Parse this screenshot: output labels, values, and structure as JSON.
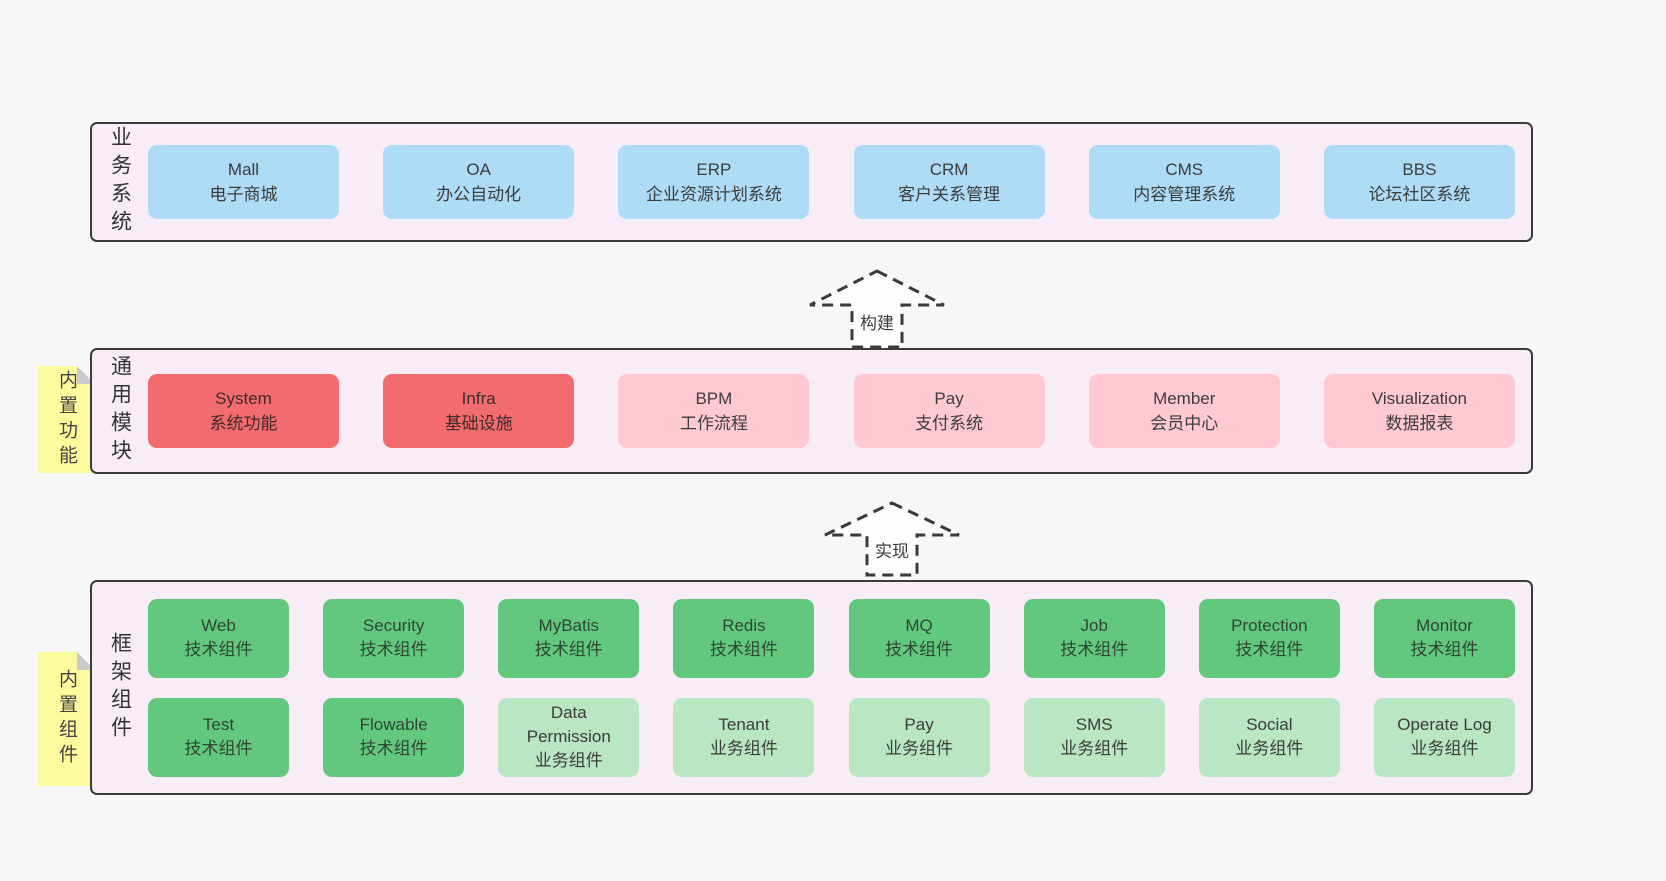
{
  "colors": {
    "background": "#f7f7f7",
    "panel_bg": "#f8edf6",
    "panel_border": "#3b3b3b",
    "blue_box": "#aedcf7",
    "red_box": "#f26b6e",
    "pink_box": "#ffc9d4",
    "green_box": "#62c87e",
    "light_green_box": "#b9e6c3",
    "sticky_yellow": "#fbfb9e",
    "sticky_fold_gray": "#c9c9cb"
  },
  "layers": {
    "business": {
      "label": "业务系统",
      "boxes": [
        {
          "title": "Mall",
          "subtitle": "电子商城"
        },
        {
          "title": "OA",
          "subtitle": "办公自动化"
        },
        {
          "title": "ERP",
          "subtitle": "企业资源计划系统"
        },
        {
          "title": "CRM",
          "subtitle": "客户关系管理"
        },
        {
          "title": "CMS",
          "subtitle": "内容管理系统"
        },
        {
          "title": "BBS",
          "subtitle": "论坛社区系统"
        }
      ]
    },
    "modules": {
      "label": "通用模块",
      "sticky": "内置功能",
      "boxes": [
        {
          "title": "System",
          "subtitle": "系统功能",
          "variant": "red"
        },
        {
          "title": "Infra",
          "subtitle": "基础设施",
          "variant": "red"
        },
        {
          "title": "BPM",
          "subtitle": "工作流程",
          "variant": "pink"
        },
        {
          "title": "Pay",
          "subtitle": "支付系统",
          "variant": "pink"
        },
        {
          "title": "Member",
          "subtitle": "会员中心",
          "variant": "pink"
        },
        {
          "title": "Visualization",
          "subtitle": "数据报表",
          "variant": "pink"
        }
      ]
    },
    "components": {
      "label": "框架组件",
      "sticky": "内置组件",
      "row1": [
        {
          "title": "Web",
          "subtitle": "技术组件",
          "variant": "green"
        },
        {
          "title": "Security",
          "subtitle": "技术组件",
          "variant": "green"
        },
        {
          "title": "MyBatis",
          "subtitle": "技术组件",
          "variant": "green"
        },
        {
          "title": "Redis",
          "subtitle": "技术组件",
          "variant": "green"
        },
        {
          "title": "MQ",
          "subtitle": "技术组件",
          "variant": "green"
        },
        {
          "title": "Job",
          "subtitle": "技术组件",
          "variant": "green"
        },
        {
          "title": "Protection",
          "subtitle": "技术组件",
          "variant": "green"
        },
        {
          "title": "Monitor",
          "subtitle": "技术组件",
          "variant": "green"
        }
      ],
      "row2": [
        {
          "title": "Test",
          "subtitle": "技术组件",
          "variant": "green"
        },
        {
          "title": "Flowable",
          "subtitle": "技术组件",
          "variant": "green"
        },
        {
          "title": "Data Permission",
          "subtitle": "业务组件",
          "variant": "light-green"
        },
        {
          "title": "Tenant",
          "subtitle": "业务组件",
          "variant": "light-green"
        },
        {
          "title": "Pay",
          "subtitle": "业务组件",
          "variant": "light-green"
        },
        {
          "title": "SMS",
          "subtitle": "业务组件",
          "variant": "light-green"
        },
        {
          "title": "Social",
          "subtitle": "业务组件",
          "variant": "light-green"
        },
        {
          "title": "Operate Log",
          "subtitle": "业务组件",
          "variant": "light-green"
        }
      ]
    }
  },
  "arrows": [
    {
      "label": "构建"
    },
    {
      "label": "实现"
    }
  ]
}
